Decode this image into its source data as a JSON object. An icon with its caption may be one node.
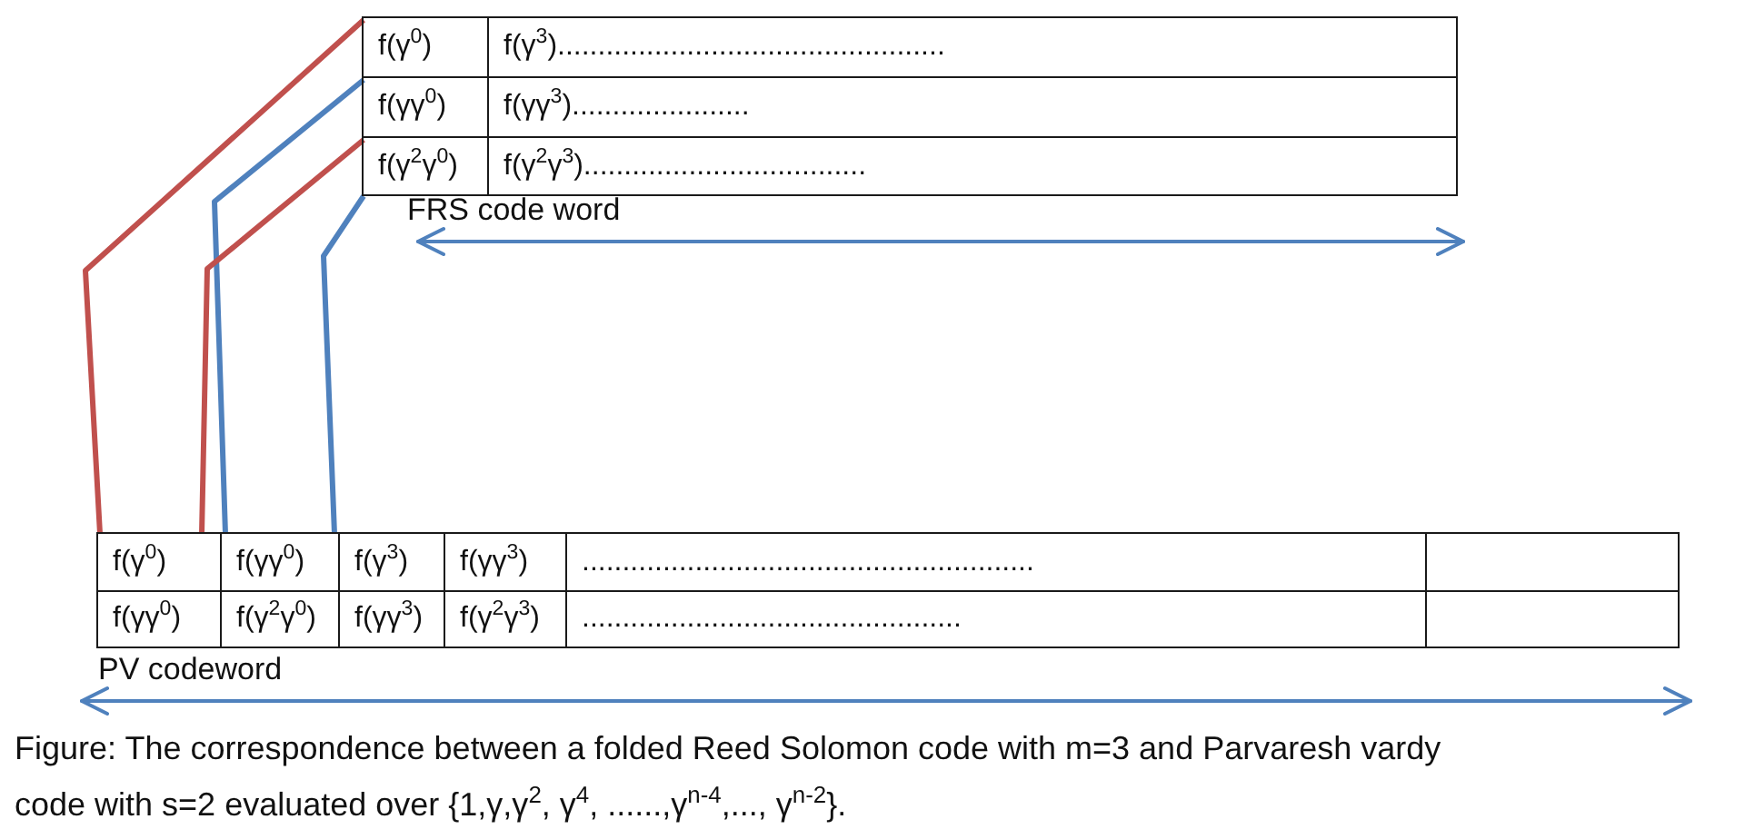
{
  "diagram": {
    "caption": "Figure: The correspondence between a folded Reed Solomon code with m=3 and Parvaresh vardy code with s=2 evaluated over {1,γ,γ$^{2}$, γ$^{4}$, ......,γ$^{n-4}$,..., γ$^{n-2}$}.",
    "nodes": [
      {
        "text": [],
        "shape": "box",
        "beside": [
          "FRS code word"
        ]
      },
      {
        "text": [
          "f(γ$^{0}$)"
        ],
        "in": 0
      },
      {
        "text": [
          "f(γ$^{3}$)................................................"
        ],
        "in": 0
      },
      {
        "text": [
          "f(γγ$^{0}$)"
        ],
        "in": 0
      },
      {
        "text": [
          "f(γγ$^{3}$)......................"
        ],
        "in": 0
      },
      {
        "text": [
          "f(γ$^{2}$γ$^{0}$)"
        ],
        "in": 0
      },
      {
        "text": [
          "f(γ$^{2}$γ$^{3}$)..................................."
        ],
        "in": 0
      },
      {
        "text": [],
        "shape": "box",
        "beside": [
          "PV codeword"
        ]
      },
      {
        "text": [
          "f(γ$^{0}$)"
        ],
        "in": 7
      },
      {
        "text": [
          "f(γγ$^{0}$)"
        ],
        "in": 7
      },
      {
        "text": [
          "f(γ$^{3}$)"
        ],
        "in": 7
      },
      {
        "text": [
          "f(γγ$^{3}$)"
        ],
        "in": 7
      },
      {
        "text": [
          "........................................................"
        ],
        "in": 7
      },
      {
        "text": [],
        "shape": "box",
        "in": 7
      },
      {
        "text": [
          "f(γγ$^{0}$)"
        ],
        "in": 7
      },
      {
        "text": [
          "f(γ$^{2}$γ$^{0}$)"
        ],
        "in": 7
      },
      {
        "text": [
          "f(γγ$^{3}$)"
        ],
        "in": 7
      },
      {
        "text": [
          "f(γ$^{2}$γ$^{3}$)"
        ],
        "in": 7
      },
      {
        "text": [
          "..............................................."
        ],
        "in": 7
      },
      {
        "text": [],
        "shape": "box",
        "in": 7
      }
    ],
    "edges": [
      {
        "from": 1,
        "to": 8,
        "arrow": "none",
        "color": "#c0504d"
      },
      {
        "from": 3,
        "to": 9,
        "arrow": "none",
        "color": "#4f81bd"
      },
      {
        "from": 5,
        "to": 8,
        "arrow": "none",
        "color": "#c0504d"
      },
      {
        "from": 5,
        "to": 9,
        "arrow": "none",
        "color": "#4f81bd"
      }
    ]
  }
}
